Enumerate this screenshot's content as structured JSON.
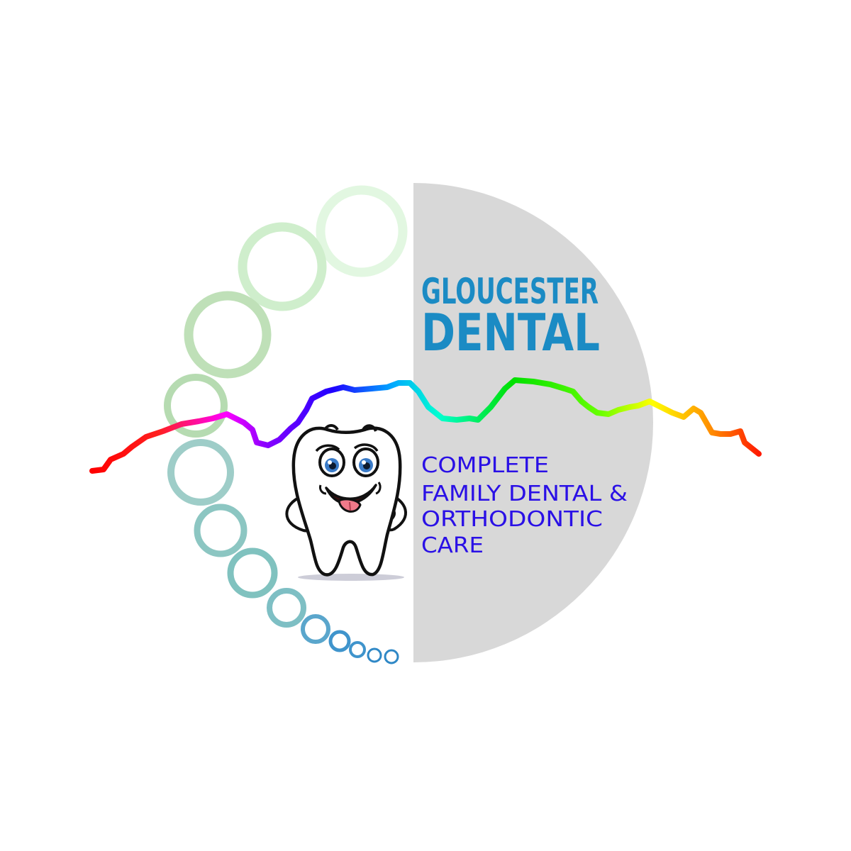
{
  "brand": {
    "line1": "GLOUCESTER",
    "line2": "DENTAL",
    "color": "#1b8bc4"
  },
  "tagline": {
    "lines": [
      "COMPLETE",
      "FAMILY DENTAL &",
      "ORTHODONTIC",
      "CARE"
    ],
    "color": "#2a10e6"
  },
  "colors": {
    "half_disc": "#d8d8d8",
    "ring_palette": [
      "#e2f7e1",
      "#cfeecc",
      "#bfe0b8",
      "#b6dbb1",
      "#9ecdc8",
      "#8cc6c2",
      "#80c2bf",
      "#7ebfc4",
      "#5aa6cc",
      "#3f94cc",
      "#2f88c6"
    ],
    "arch_gradient": [
      "#ff0000",
      "#ff00ff",
      "#8000ff",
      "#0000ff",
      "#00bfff",
      "#00ffaa",
      "#00e000",
      "#aaff00",
      "#ffff00",
      "#ff8800",
      "#ff2a00"
    ]
  },
  "mascot": {
    "icon": "cartoon-tooth-mascot-icon"
  }
}
